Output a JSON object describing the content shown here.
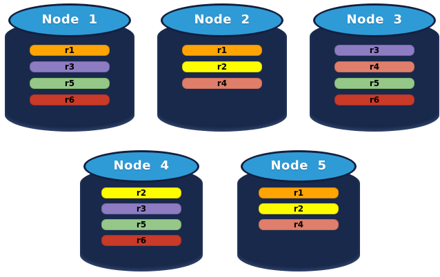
{
  "diagram": {
    "background": "#ffffff",
    "node_style": {
      "body_color": "#19294B",
      "top_color": "#2E9BD7",
      "outline_color": "#121F3D",
      "label_color": "#ffffff"
    },
    "replica_colors": {
      "r1": {
        "fill": "#FFA405",
        "border": "#D98C00"
      },
      "r2": {
        "fill": "#FDFD00",
        "border": "#DCD400"
      },
      "r3": {
        "fill": "#8E7CC3",
        "border": "#7867AE"
      },
      "r4": {
        "fill": "#DF7E6A",
        "border": "#C66F5B"
      },
      "r5": {
        "fill": "#95C888",
        "border": "#7FB369"
      },
      "r6": {
        "fill": "#C93A28",
        "border": "#A93226"
      }
    },
    "rows": [
      {
        "nodes": [
          {
            "label": "Node  1",
            "replicas": [
              "r1",
              "r3",
              "r5",
              "r6"
            ]
          },
          {
            "label": "Node  2",
            "replicas": [
              "r1",
              "r2",
              "r4"
            ]
          },
          {
            "label": "Node  3",
            "replicas": [
              "r3",
              "r4",
              "r5",
              "r6"
            ]
          }
        ]
      },
      {
        "nodes": [
          {
            "label": "Node  4",
            "replicas": [
              "r2",
              "r3",
              "r5",
              "r6"
            ]
          },
          {
            "label": "Node  5",
            "replicas": [
              "r1",
              "r2",
              "r4"
            ]
          }
        ]
      }
    ]
  }
}
